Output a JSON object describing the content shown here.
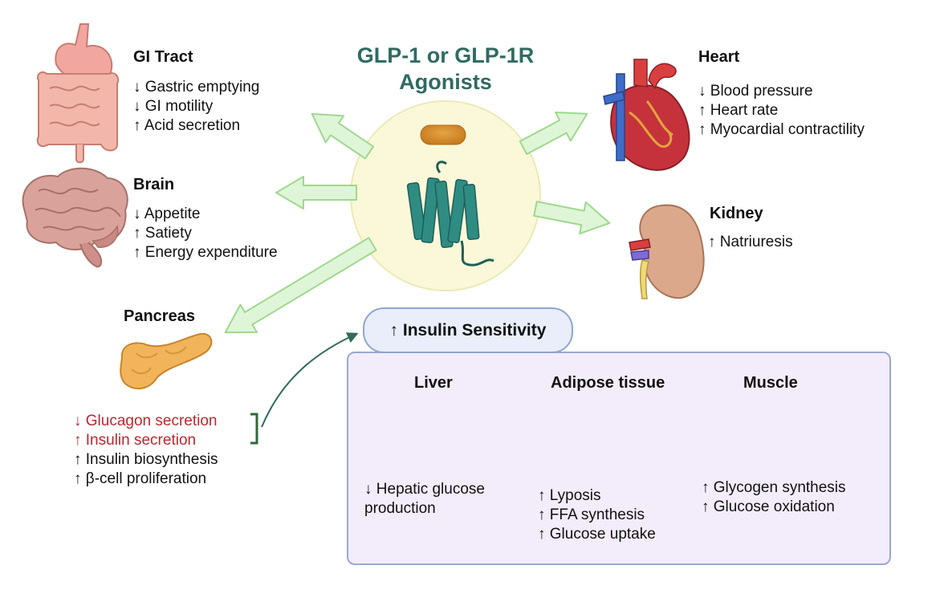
{
  "title": [
    "GLP-1 or GLP-1R",
    "Agonists"
  ],
  "gi_tract": {
    "heading": "GI Tract",
    "effects": [
      "↓ Gastric emptying",
      "↓ GI motility",
      "↑ Acid secretion"
    ]
  },
  "brain": {
    "heading": "Brain",
    "effects": [
      "↓ Appetite",
      "↑ Satiety",
      "↑ Energy expenditure"
    ]
  },
  "heart": {
    "heading": "Heart",
    "effects": [
      "↓ Blood pressure",
      "↑ Heart rate",
      "↑ Myocardial contractility"
    ]
  },
  "kidney": {
    "heading": "Kidney",
    "effects": [
      "↑ Natriuresis"
    ]
  },
  "pancreas": {
    "heading": "Pancreas",
    "effects": [
      "↓ Glucagon secretion",
      "↑ Insulin secretion",
      "↑ Insulin biosynthesis",
      "↑ β-cell proliferation"
    ]
  },
  "insulin_sensitivity": {
    "label": "↑ Insulin Sensitivity",
    "liver": {
      "heading": "Liver",
      "effects": [
        "↓ Hepatic glucose",
        "production"
      ]
    },
    "adipose": {
      "heading": "Adipose tissue",
      "effects": [
        "↑ Lyposis",
        "↑ FFA synthesis",
        "↑ Glucose uptake"
      ]
    },
    "muscle": {
      "heading": "Muscle",
      "effects": [
        "↑ Glycogen synthesis",
        "↑ Glucose oxidation"
      ]
    }
  },
  "colors": {
    "title": "#2f6b62",
    "highlight_text": "#c0262d",
    "arrow_fill": "#dff5d8",
    "arrow_stroke": "#9ed98c",
    "center_circle": "#fbf8d9",
    "receptor": "#2e8c83",
    "panel_fill": "#f3ecfb",
    "panel_border": "#9aa8d4",
    "pill_fill": "#e9eefa",
    "bracket": "#2c6b3a"
  },
  "icons": [
    "stomach-intestine-icon",
    "brain-icon",
    "heart-icon",
    "kidney-icon",
    "pancreas-icon",
    "liver-icon",
    "adipocyte-cluster-icon",
    "muscle-icon",
    "receptor-icon",
    "peptide-capsule-icon"
  ]
}
